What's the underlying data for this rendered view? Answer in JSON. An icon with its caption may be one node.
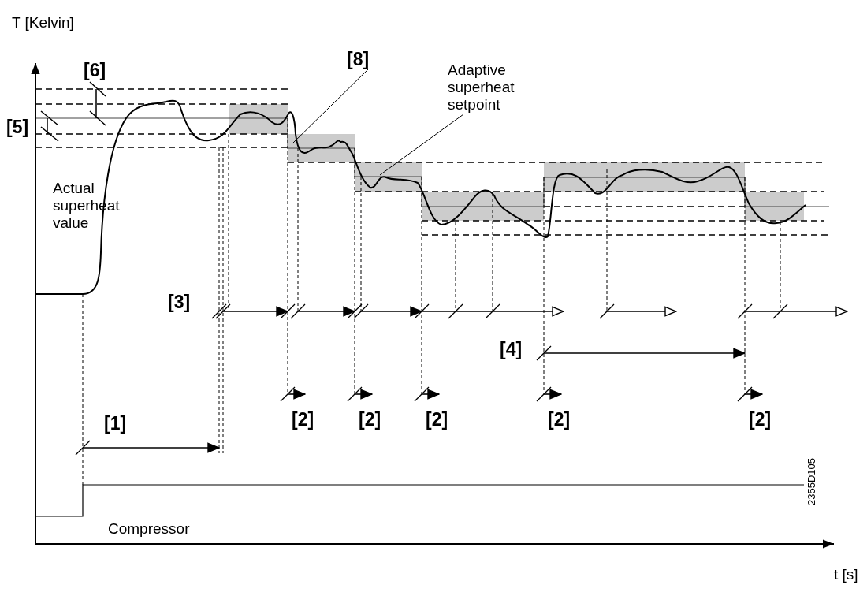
{
  "diagram": {
    "nodes": [
      {
        "text": [
          "[8]"
        ]
      },
      {
        "text": [
          "Adaptive superheat setpoint"
        ]
      }
    ],
    "edges": [
      {
        "from": 0,
        "to": null,
        "arrow": "none"
      },
      {
        "from": 1,
        "to": null,
        "arrow": "none"
      }
    ],
    "labels": [
      "T [Kelvin]",
      "[6]",
      "[5]",
      "Actual superheat value",
      "[3]",
      "[4]",
      "[1]",
      "[2]",
      "[2]",
      "[2]",
      "[2]",
      "[2]",
      "2355D105",
      "Compressor",
      "t [s]"
    ]
  }
}
